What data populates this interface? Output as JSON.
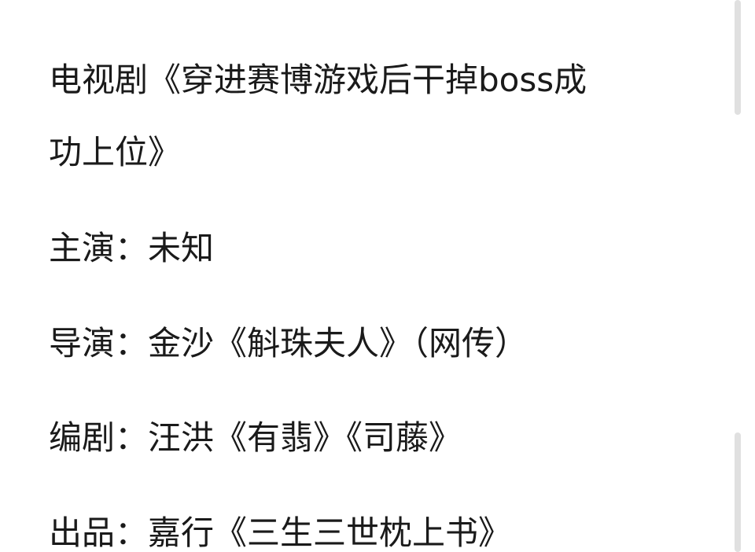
{
  "title": {
    "line1": "电视剧《穿进赛博游戏后干掉boss成",
    "line2": "功上位》"
  },
  "fields": [
    {
      "label": "主演：",
      "value": "未知"
    },
    {
      "label": "导演：",
      "value": "金沙《斛珠夫人》（网传）"
    },
    {
      "label": "编剧：",
      "value": "汪洪《有翡》《司藤》"
    },
    {
      "label": "出品：",
      "value": "嘉行《三生三世枕上书》"
    }
  ],
  "colors": {
    "text": "#1a1a1a",
    "background": "#ffffff",
    "scrollbar": "#e0e0e0"
  }
}
